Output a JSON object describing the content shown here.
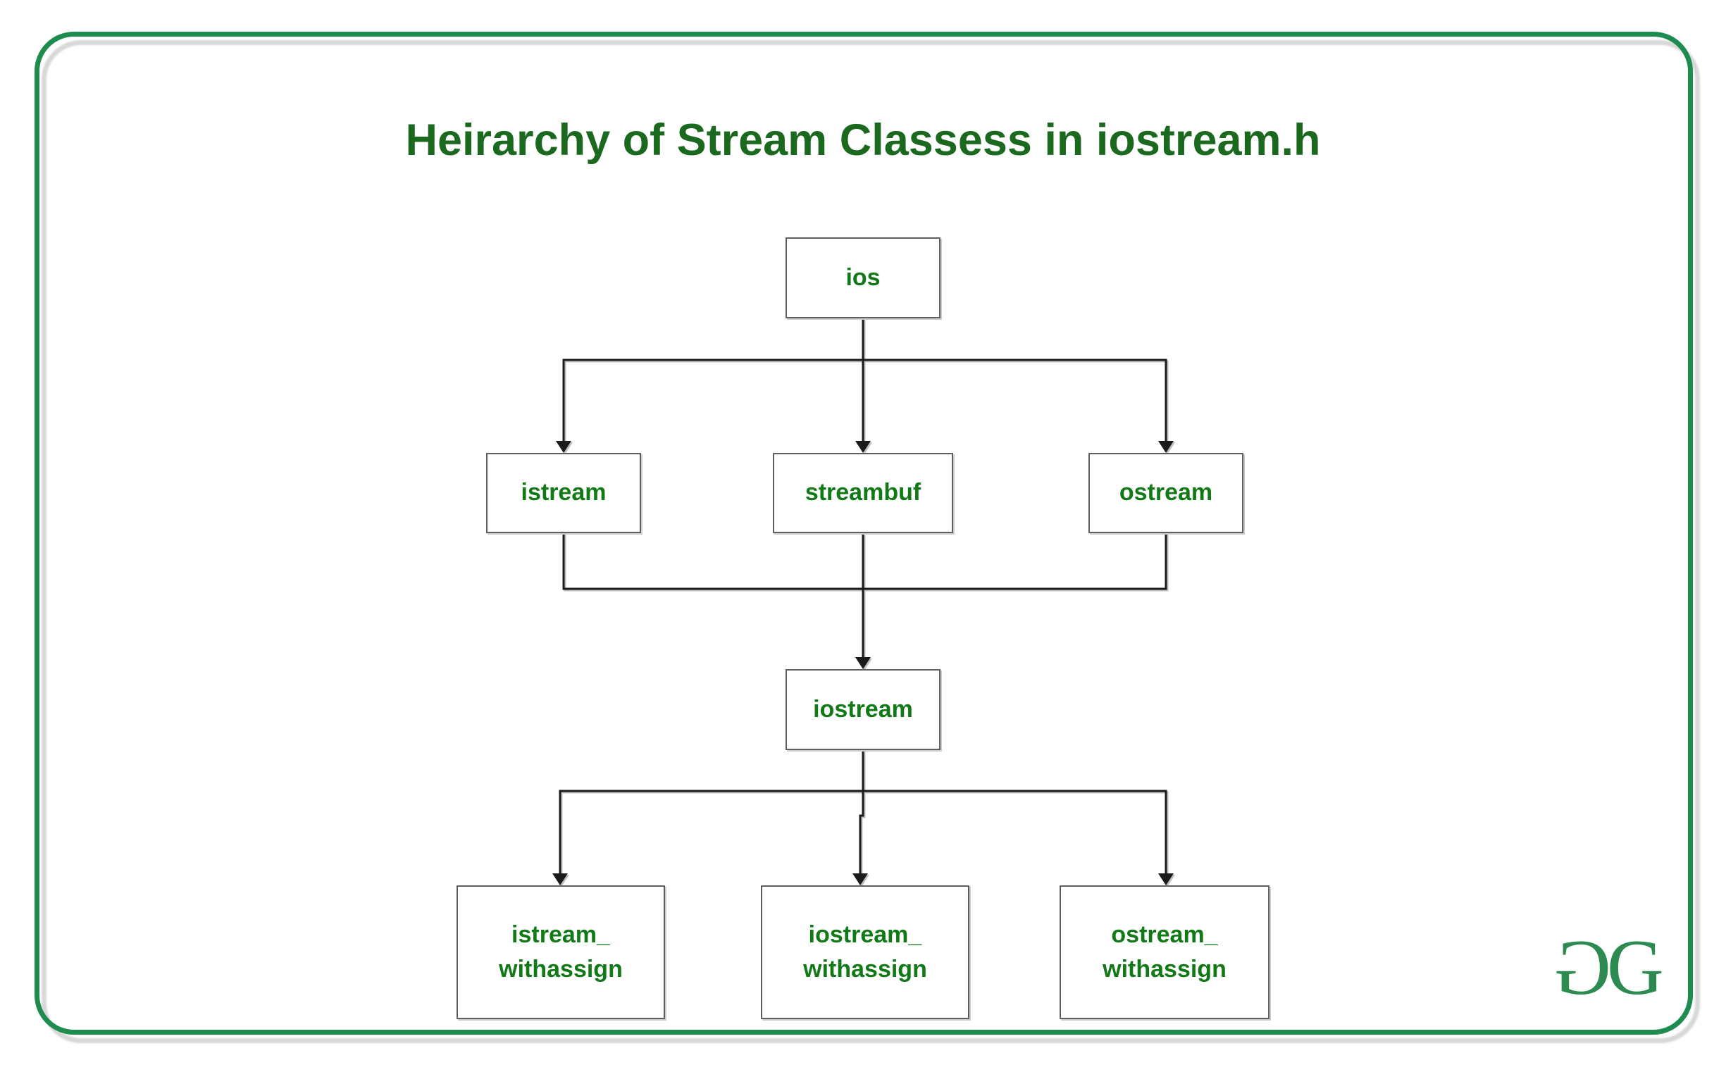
{
  "title": "Heirarchy of Stream Classess in iostream.h",
  "diagram": {
    "nodes": {
      "ios": {
        "label": "ios"
      },
      "istream": {
        "label": "istream"
      },
      "streambuf": {
        "label": "streambuf"
      },
      "ostream": {
        "label": "ostream"
      },
      "iostream": {
        "label": "iostream"
      },
      "istream_withassign": {
        "label": "istream_\nwithassign"
      },
      "iostream_withassign": {
        "label": "iostream_\nwithassign"
      },
      "ostream_withassign": {
        "label": "ostream_\nwithassign"
      }
    },
    "edges": [
      {
        "from": "ios",
        "to": "istream"
      },
      {
        "from": "ios",
        "to": "streambuf"
      },
      {
        "from": "ios",
        "to": "ostream"
      },
      {
        "from": "istream",
        "to": "iostream"
      },
      {
        "from": "streambuf",
        "to": "iostream"
      },
      {
        "from": "ostream",
        "to": "iostream"
      },
      {
        "from": "iostream",
        "to": "istream_withassign"
      },
      {
        "from": "iostream",
        "to": "iostream_withassign"
      },
      {
        "from": "iostream",
        "to": "ostream_withassign"
      }
    ]
  },
  "logo": {
    "left_letter": "G",
    "right_letter": "G"
  },
  "colors": {
    "title_green": "#1a691e",
    "node_text_green": "#117a17",
    "frame_green": "#1e8c4e",
    "logo_green": "#2d8a50",
    "box_border_gray": "#5f5f5f",
    "connector_black": "#1b1b1b",
    "shadow_gray": "#d8d8d8",
    "background": "#ffffff"
  }
}
